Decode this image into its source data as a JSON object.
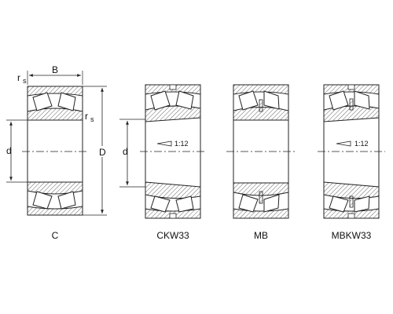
{
  "diagram": {
    "dimension_labels": {
      "width": "B",
      "bore": "d",
      "outer_diameter": "D",
      "chamfer": "r",
      "chamfer_sub": "s",
      "taper_ratio": "1:12"
    },
    "variants": [
      {
        "caption": "C",
        "bore": "cylindrical",
        "lube_groove": false
      },
      {
        "caption": "CKW33",
        "bore": "tapered",
        "lube_groove": true
      },
      {
        "caption": "MB",
        "bore": "cylindrical",
        "lube_groove": false
      },
      {
        "caption": "MBKW33",
        "bore": "tapered",
        "lube_groove": true
      }
    ],
    "colors": {
      "line": "#222222",
      "hatch": "#555555",
      "roller_fill": "#ffffff"
    }
  }
}
